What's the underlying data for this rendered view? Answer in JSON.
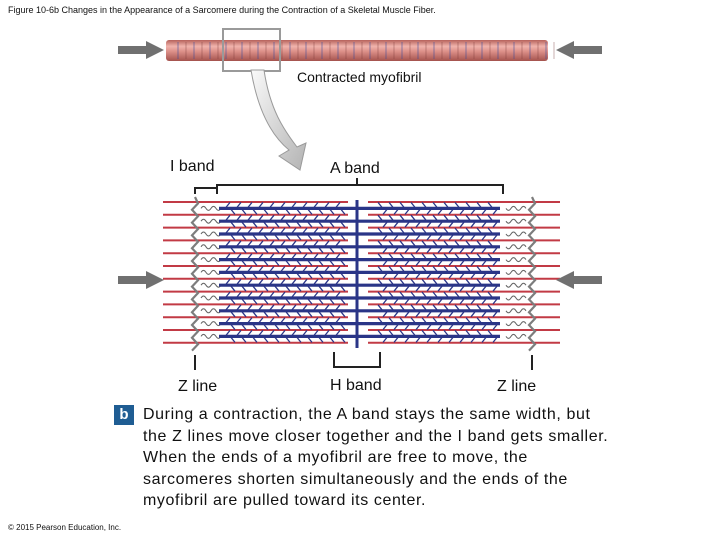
{
  "figure_title": "Figure 10-6b Changes in the Appearance of a Sarcomere during the Contraction of a Skeletal Muscle Fiber.",
  "labels": {
    "contracted_myofibril": "Contracted myofibril",
    "i_band": "I band",
    "a_band": "A band",
    "z_line_left": "Z line",
    "h_band": "H band",
    "z_line_right": "Z line"
  },
  "caption": {
    "part": "b",
    "text": "During a contraction, the A band stays the same width, but the Z lines move closer together and the I band gets smaller. When the ends of a myofibril are free to move, the sarcomeres shorten simultaneously and the ends of the myofibril are pulled toward its center."
  },
  "copyright": "© 2015 Pearson Education, Inc.",
  "colors": {
    "myofibril": "#d99089",
    "thick_filament": "#2a3587",
    "thin_filament": "#c23a45",
    "arrow": "#707070",
    "caption_badge": "#1f5d93"
  }
}
